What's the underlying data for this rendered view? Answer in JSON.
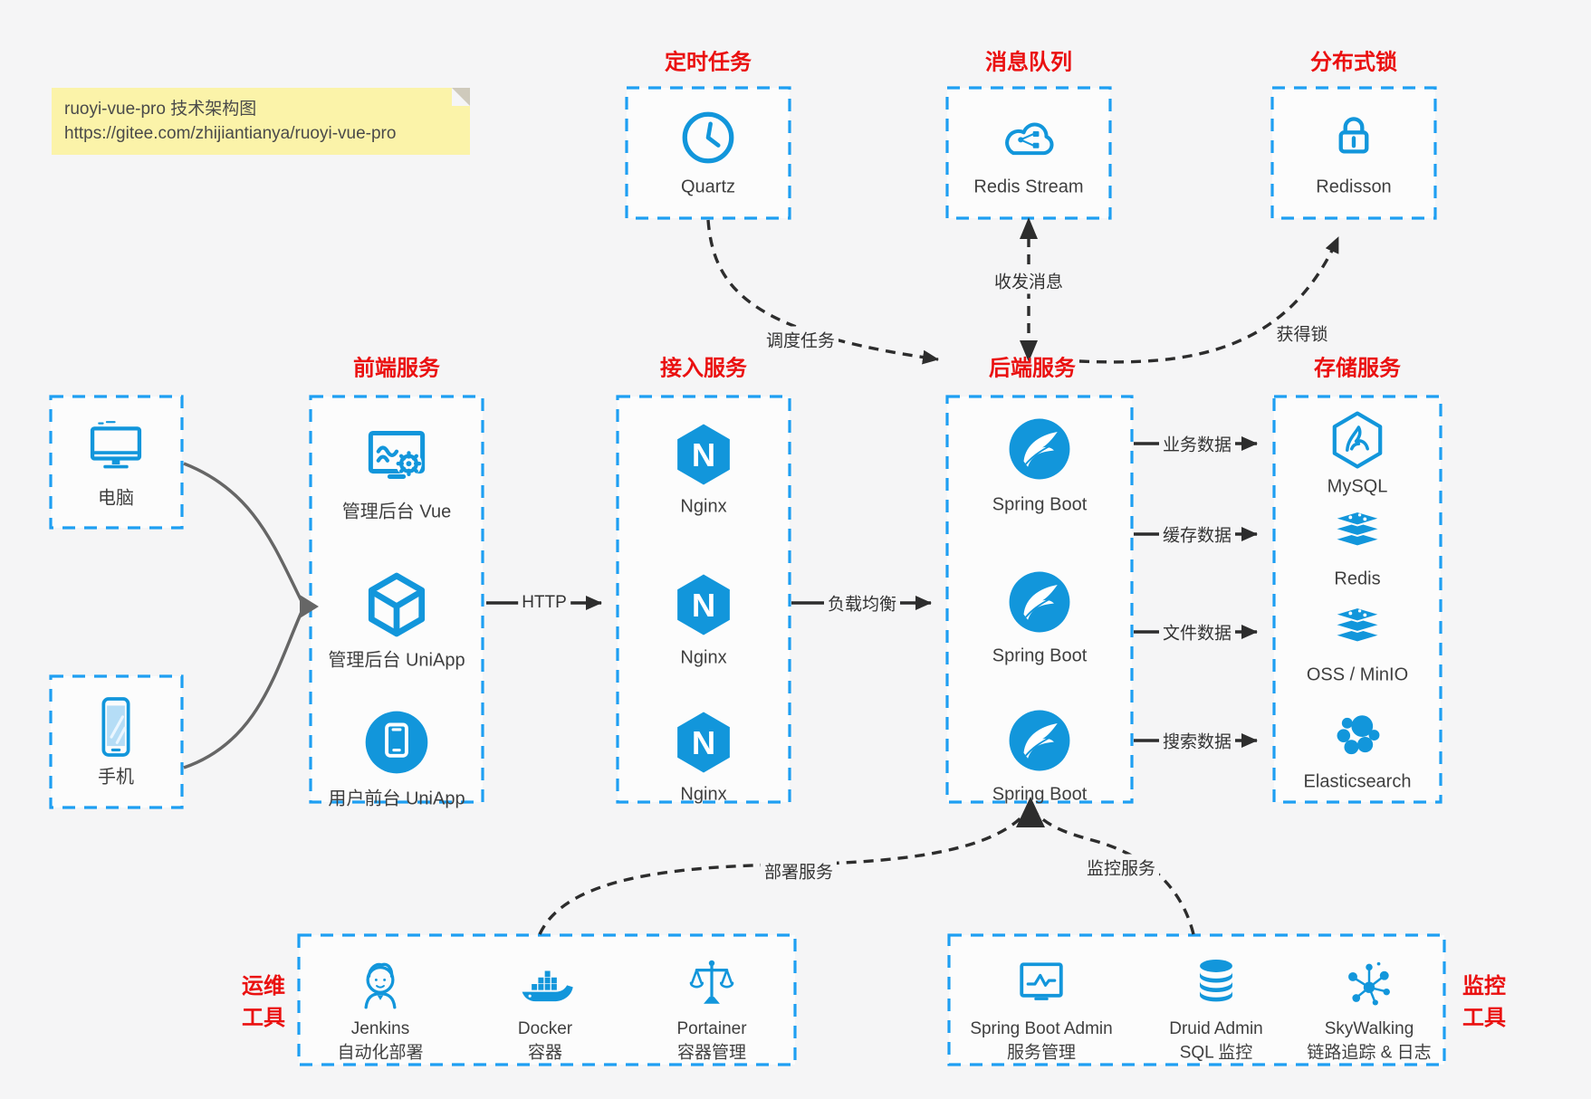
{
  "note": {
    "line1": "ruoyi-vue-pro 技术架构图",
    "line2": "https://gitee.com/zhijiantianya/ruoyi-vue-pro"
  },
  "colors": {
    "accent_blue": "#1296db",
    "dashed_border_blue": "#1e9ff2",
    "title_red": "#ea1010",
    "note_yellow": "#fbf3a9",
    "connector_black": "#2d2d2d",
    "client_arrow_gray": "#666666"
  },
  "glyphs": {
    "nginx_n": "N"
  },
  "top_groups": [
    {
      "title": "定时任务",
      "item": {
        "icon": "clock-icon",
        "label": "Quartz"
      }
    },
    {
      "title": "消息队列",
      "item": {
        "icon": "cloud-share-icon",
        "label": "Redis Stream"
      }
    },
    {
      "title": "分布式锁",
      "item": {
        "icon": "lock-icon",
        "label": "Redisson"
      }
    }
  ],
  "clients": [
    {
      "icon": "computer-icon",
      "label": "电脑"
    },
    {
      "icon": "phone-icon",
      "label": "手机"
    }
  ],
  "columns": [
    {
      "title": "前端服务",
      "items": [
        {
          "icon": "admin-vue-icon",
          "label": "管理后台 Vue"
        },
        {
          "icon": "uniapp-cube-icon",
          "label": "管理后台 UniApp"
        },
        {
          "icon": "user-app-icon",
          "label": "用户前台 UniApp"
        }
      ]
    },
    {
      "title": "接入服务",
      "items": [
        {
          "icon": "nginx-icon",
          "label": "Nginx"
        },
        {
          "icon": "nginx-icon",
          "label": "Nginx"
        },
        {
          "icon": "nginx-icon",
          "label": "Nginx"
        }
      ]
    },
    {
      "title": "后端服务",
      "items": [
        {
          "icon": "spring-icon",
          "label": "Spring Boot"
        },
        {
          "icon": "spring-icon",
          "label": "Spring Boot"
        },
        {
          "icon": "spring-icon",
          "label": "Spring Boot"
        }
      ]
    },
    {
      "title": "存储服务",
      "items": [
        {
          "icon": "mysql-icon",
          "label": "MySQL"
        },
        {
          "icon": "redis-stack-icon",
          "label": "Redis"
        },
        {
          "icon": "redis-stack-icon",
          "label": "OSS / MinIO"
        },
        {
          "icon": "elasticsearch-icon",
          "label": "Elasticsearch"
        }
      ]
    }
  ],
  "bottom_groups": [
    {
      "side_line1": "运维",
      "side_line2": "工具",
      "items": [
        {
          "icon": "jenkins-icon",
          "line1": "Jenkins",
          "line2": "自动化部署"
        },
        {
          "icon": "docker-icon",
          "line1": "Docker",
          "line2": "容器"
        },
        {
          "icon": "portainer-icon",
          "line1": "Portainer",
          "line2": "容器管理"
        }
      ]
    },
    {
      "side_line1": "监控",
      "side_line2": "工具",
      "items": [
        {
          "icon": "springboot-admin-icon",
          "line1": "Spring Boot Admin",
          "line2": "服务管理"
        },
        {
          "icon": "druid-icon",
          "line1": "Druid Admin",
          "line2": "SQL 监控"
        },
        {
          "icon": "skywalking-icon",
          "line1": "SkyWalking",
          "line2": "链路追踪 & 日志"
        }
      ]
    }
  ],
  "edges": {
    "http": "HTTP",
    "load_balance": "负载均衡",
    "schedule": "调度任务",
    "message": "收发消息",
    "lock": "获得锁",
    "business_data": "业务数据",
    "cache_data": "缓存数据",
    "file_data": "文件数据",
    "search_data": "搜索数据",
    "deploy": "部署服务",
    "monitor": "监控服务"
  }
}
